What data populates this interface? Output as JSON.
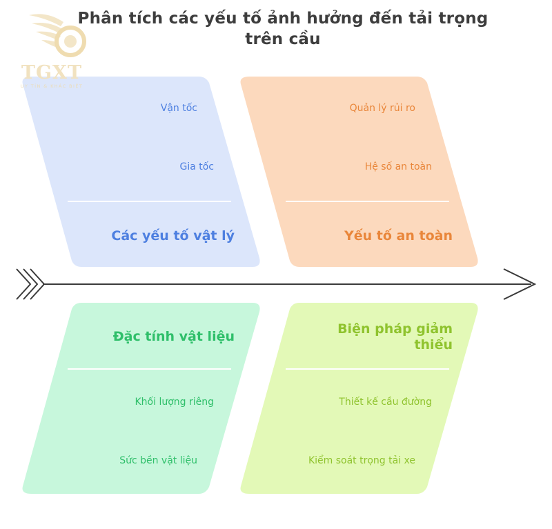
{
  "title": "Phân tích các yếu tố ảnh hưởng đến tải trọng trên cầu",
  "logo": {
    "name": "TGXT",
    "tagline": "UY TÍN & KHÁC BIỆT"
  },
  "colors": {
    "blue_fill": "#dce6fb",
    "blue_text": "#4d7fe0",
    "orange_fill": "#fcd9bd",
    "orange_text": "#e9863a",
    "green_fill": "#c7f7dc",
    "green_text": "#2fbf6a",
    "lime_fill": "#e3f9b7",
    "lime_text": "#8fc32e",
    "spine": "#3a3a3a"
  },
  "categories": [
    {
      "id": "physical",
      "heading": "Các yếu tố vật lý",
      "items": [
        "Vận tốc",
        "Gia tốc"
      ]
    },
    {
      "id": "safety",
      "heading": "Yếu tố an toàn",
      "items": [
        "Quản lý rủi ro",
        "Hệ số an toàn"
      ]
    },
    {
      "id": "material",
      "heading": "Đặc tính vật liệu",
      "items": [
        "Khối lượng riêng",
        "Sức bền vật liệu"
      ]
    },
    {
      "id": "mitigation",
      "heading": "Biện pháp giảm thiểu",
      "items": [
        "Thiết kế cầu đường",
        "Kiểm soát trọng tải xe"
      ]
    }
  ]
}
